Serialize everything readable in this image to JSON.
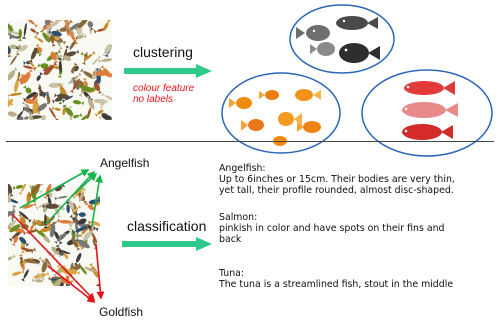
{
  "top": {
    "arrow_label": "clustering",
    "note_line1": "colour feature",
    "note_line2": "no labels",
    "colors": {
      "arrow": "#2fc98a",
      "note": "#e8141b",
      "ellipse": "#2a66b8"
    }
  },
  "bottom": {
    "arrow_label": "classification",
    "class_top": "Angelfish",
    "class_bottom": "Goldfish",
    "colors": {
      "to_angelfish": "#16b24a",
      "to_goldfish": "#e0141a"
    },
    "descriptions": [
      {
        "title": "Angelfish:",
        "lines": [
          "Up to 6inches or 15cm. Their bodies are very thin,",
          "yet tall, their profile rounded, almost disc-shaped."
        ]
      },
      {
        "title": "Salmon:",
        "lines": [
          "pinkish in color and have spots on their fins and",
          "back"
        ]
      },
      {
        "title": "Tuna:",
        "lines": [
          "The tuna is a streamlined fish, stout in the middle"
        ]
      }
    ]
  },
  "icons": [
    "fish-collage-image",
    "dark-fish-cluster-image",
    "goldfish-cluster-image",
    "red-fish-cluster-image"
  ]
}
